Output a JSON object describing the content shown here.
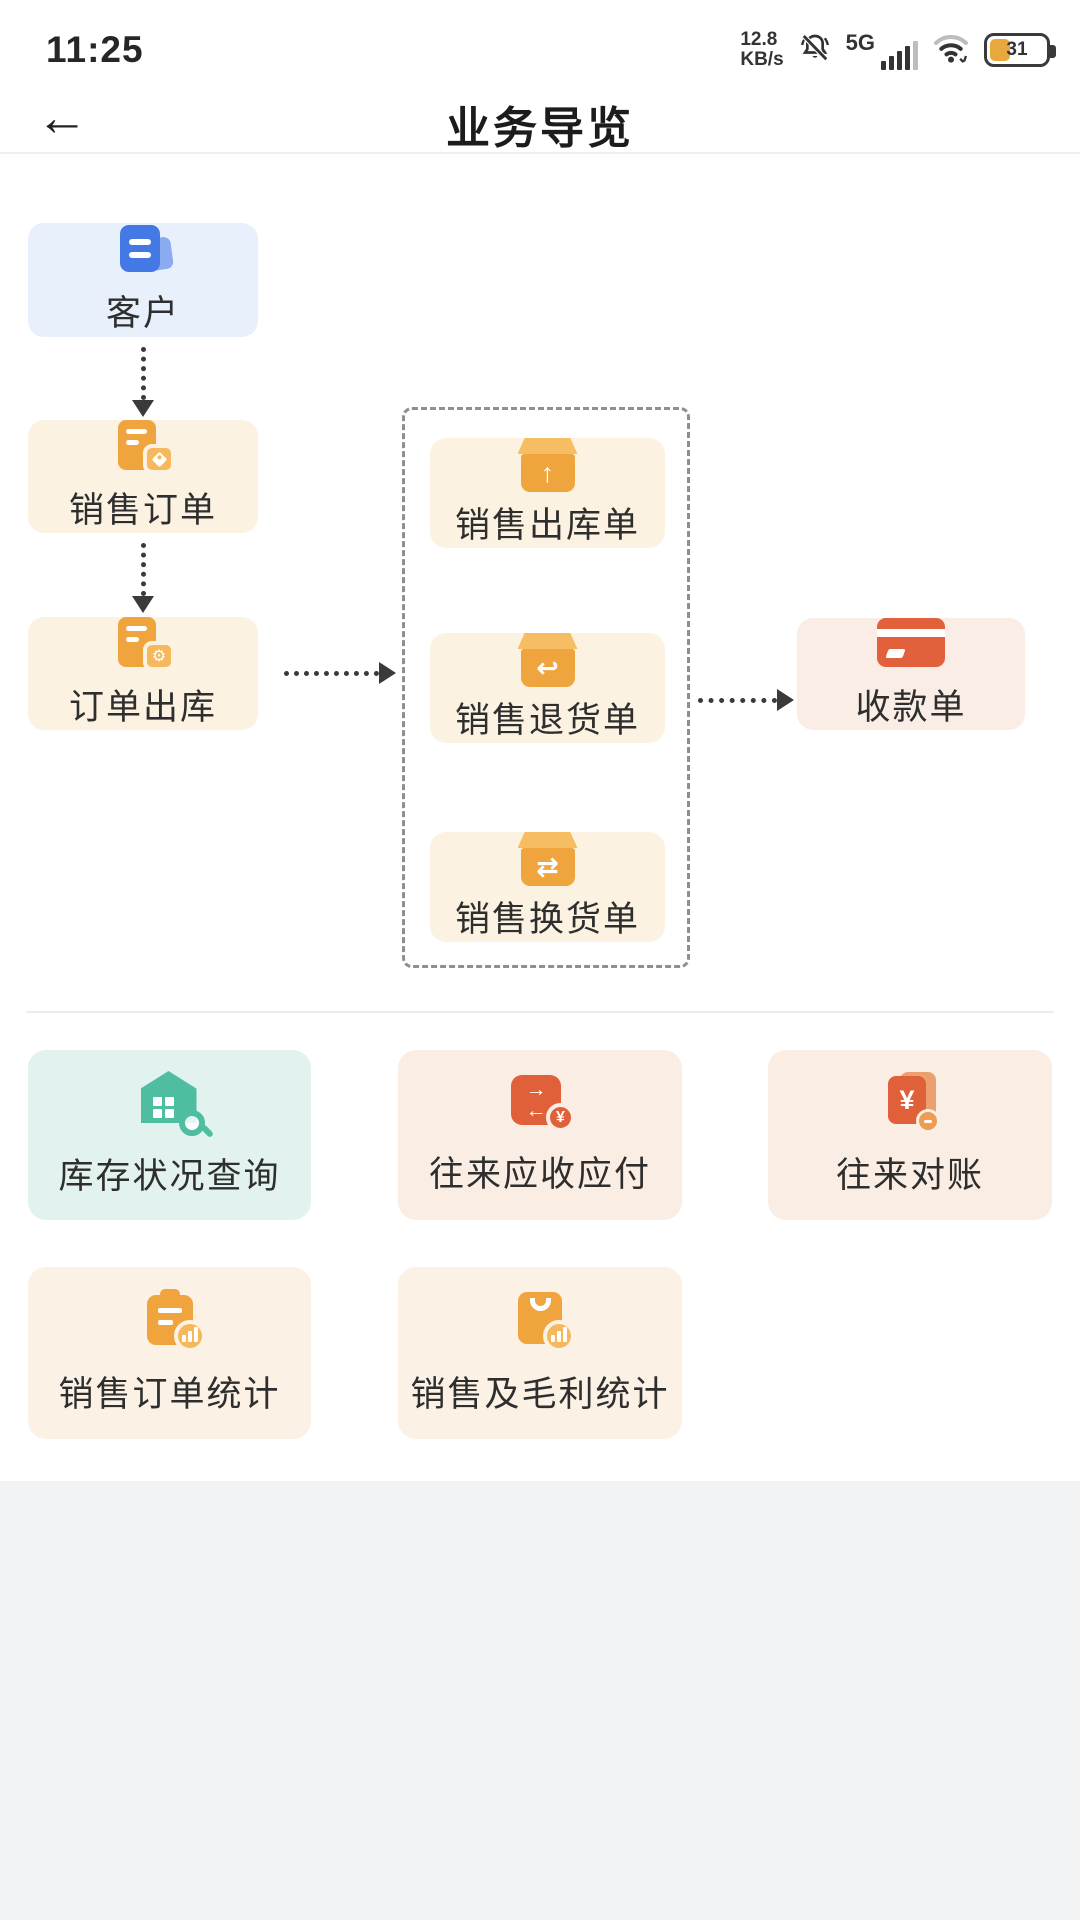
{
  "status_bar": {
    "time": "11:25",
    "net_speed_value": "12.8",
    "net_speed_unit": "KB/s",
    "network_type": "5G",
    "battery_percent": "31"
  },
  "header": {
    "back_glyph": "←",
    "title": "业务导览"
  },
  "flow": {
    "customer": {
      "label": "客户"
    },
    "sales_order": {
      "label": "销售订单"
    },
    "order_outbound": {
      "label": "订单出库",
      "badge_glyph": "⚙"
    },
    "sales_outbound": {
      "label": "销售出库单",
      "glyph": "↑"
    },
    "sales_return": {
      "label": "销售退货单",
      "glyph": "↩"
    },
    "sales_exchange": {
      "label": "销售换货单",
      "glyph": "⇄"
    },
    "receipt": {
      "label": "收款单"
    }
  },
  "shortcuts": {
    "inventory_query": {
      "label": "库存状况查询"
    },
    "receivable_payable": {
      "label": "往来应收应付",
      "arrow_right": "→",
      "arrow_left": "←",
      "coin_glyph": "¥"
    },
    "reconciliation": {
      "label": "往来对账",
      "currency_glyph": "¥"
    },
    "sales_order_stats": {
      "label": "销售订单统计"
    },
    "sales_profit_stats": {
      "label": "销售及毛利统计"
    }
  },
  "colors": {
    "accent_blue": "#4478E4",
    "accent_gold": "#F0A43E",
    "accent_orange": "#E0603A",
    "accent_teal": "#4EBDA0",
    "box_blue_bg": "#E8F0FC",
    "box_cream_bg": "#FCF2E2",
    "box_pink_bg": "#FAEDE6",
    "box_teal_bg": "#E2F3EF",
    "battery_fill": "#E9A83E",
    "footer_bg": "#F1F3F5"
  }
}
